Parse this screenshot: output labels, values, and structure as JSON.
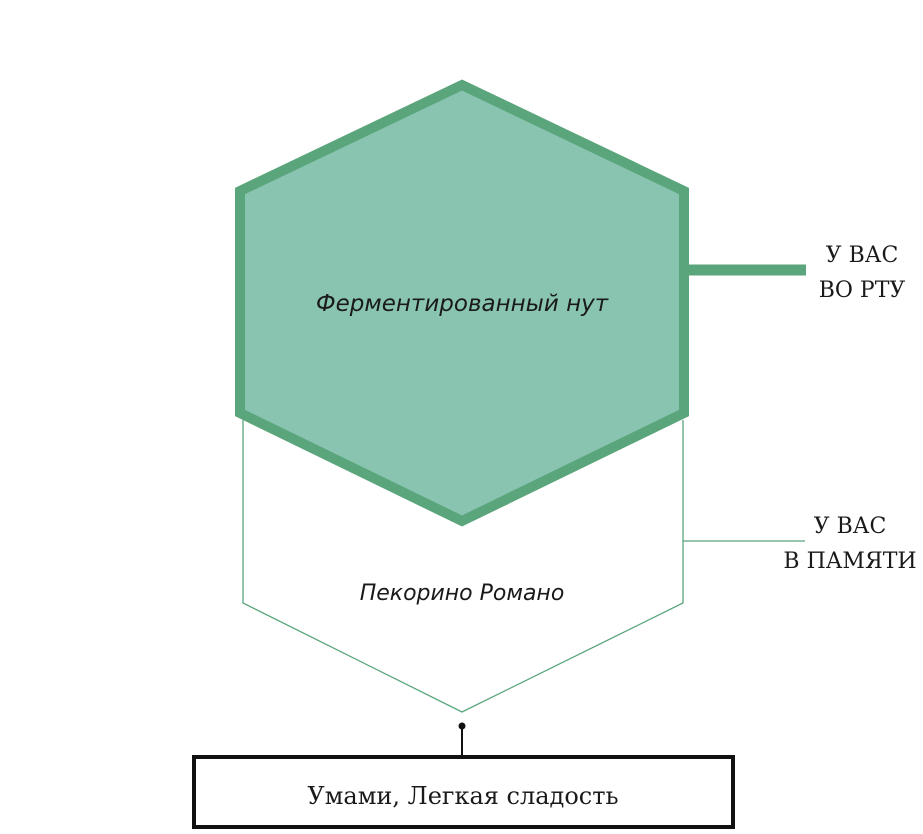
{
  "primary": {
    "label": "Ферментированный нут",
    "fill_color": "#89c4b1",
    "stroke_color": "#5aa57b"
  },
  "secondary": {
    "label": "Пекорино Романо",
    "stroke_color": "#5aa57b"
  },
  "labels": {
    "in_mouth": [
      "У ВАС",
      "ВО РТУ"
    ],
    "in_memory": [
      "У ВАС",
      "В ПАМЯТИ"
    ]
  },
  "result": {
    "text": "Умами, Легкая сладость"
  }
}
